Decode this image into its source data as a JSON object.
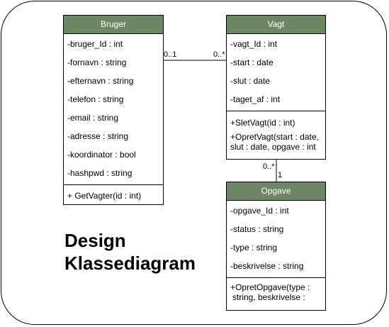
{
  "classes": {
    "bruger": {
      "name": "Bruger",
      "attributes": [
        "-bruger_Id : int",
        "-fornavn : string",
        "-efternavn : string",
        "-telefon : string",
        "-email : string",
        "-adresse : string",
        "-koordinator : bool",
        "-hashpwd : string"
      ],
      "methods": [
        "+ GetVagter(id : int)"
      ]
    },
    "vagt": {
      "name": "Vagt",
      "attributes": [
        "-vagt_Id : int",
        "-start : date",
        "-slut : date",
        "-taget_af : int"
      ],
      "methods": [
        "+SletVagt(id : int)",
        "+OpretVagt(start : date,",
        "slut : date, opgave : int"
      ]
    },
    "opgave": {
      "name": "Opgave",
      "attributes": [
        "-opgave_Id : int",
        "-status : string",
        "-type : string",
        "-beskrivelse : string"
      ],
      "methods": [
        "+OpretOpgave(type :",
        "string, beskrivelse :"
      ]
    }
  },
  "associations": {
    "bruger_vagt": {
      "from_mult": "0..1",
      "to_mult": "0..*"
    },
    "vagt_opgave": {
      "vagt_mult": "0..*",
      "opgave_mult": "1"
    }
  },
  "title": {
    "line1": "Design",
    "line2": "Klassediagram"
  }
}
